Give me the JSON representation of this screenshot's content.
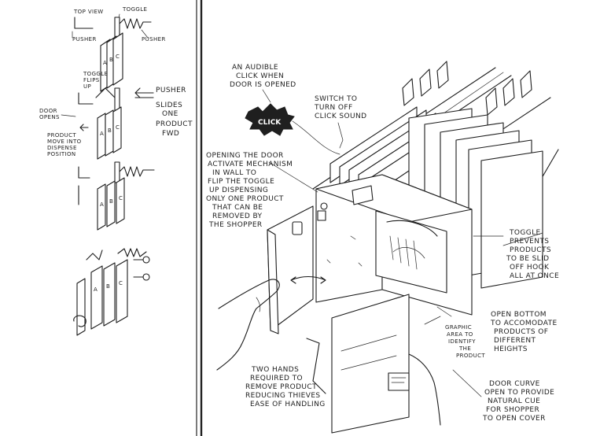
{
  "sketch": {
    "left_panel": {
      "step1": {
        "top_view": "TOP VIEW",
        "toggle": "TOGGLE",
        "pusher": "PUSHER",
        "pusher_small": "PUSHER"
      },
      "step2": {
        "toggle_flip_up": [
          "TOGGLE",
          "FLIPS",
          "UP"
        ],
        "pusher": "PUSHER",
        "slides_note": [
          "SLIDES",
          "ONE",
          "PRODUCT",
          "FWD"
        ],
        "door_opens": [
          "DOOR",
          "OPENS"
        ],
        "product_move": [
          "PRODUCT",
          "MOVE INTO",
          "DISPENSE",
          "POSITION"
        ]
      },
      "product_letters": [
        "A",
        "B",
        "C"
      ]
    },
    "callouts": {
      "audible_click": [
        "AN AUDIBLE",
        "CLICK WHEN",
        "DOOR IS OPENED"
      ],
      "click": "CLICK",
      "switch": [
        "SWITCH TO",
        "TURN OFF",
        "CLICK SOUND"
      ],
      "opening_door": [
        "OPENING THE DOOR",
        "ACTIVATE MECHANISM",
        "IN WALL TO",
        "FLIP THE TOGGLE",
        "UP DISPENSING",
        "ONLY ONE PRODUCT",
        "THAT CAN BE",
        "REMOVED BY",
        "THE SHOPPER"
      ],
      "toggle_prevents": [
        "TOGGLE",
        "PREVENTS",
        "PRODUCTS",
        "TO BE SLID",
        "OFF HOOK",
        "ALL AT ONCE"
      ],
      "open_bottom": [
        "OPEN BOTTOM",
        "TO ACCOMODATE",
        "PRODUCTS OF",
        "DIFFERENT",
        "HEIGHTS"
      ],
      "graphic_area": [
        "GRAPHIC",
        "AREA TO",
        "IDENTIFY",
        "THE",
        "PRODUCT"
      ],
      "two_hands": [
        "TWO HANDS",
        "REQUIRED TO",
        "REMOVE PRODUCT",
        "REDUCING THIEVES",
        "EASE OF HANDLING"
      ],
      "door_curve": [
        "DOOR CURVE",
        "OPEN TO PROVIDE",
        "NATURAL CUE",
        "FOR SHOPPER",
        "TO OPEN COVER"
      ]
    }
  }
}
